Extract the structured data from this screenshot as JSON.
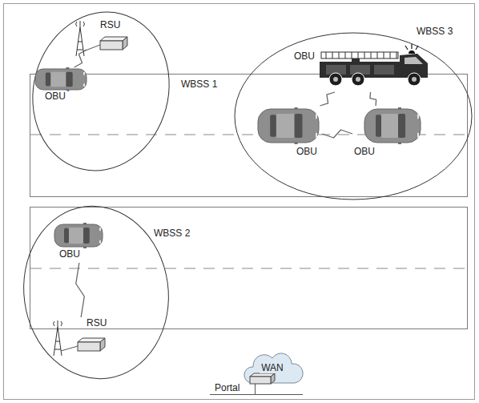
{
  "diagram": {
    "nodes": [
      {
        "text": [
          "WBSS 1"
        ]
      },
      {
        "text": [
          "RSU"
        ],
        "in": 0
      },
      {
        "text": [
          "OBU"
        ],
        "in": 0
      },
      {
        "text": [
          "WBSS 3"
        ]
      },
      {
        "text": [
          "OBU"
        ],
        "in": 3
      },
      {
        "text": [
          "OBU"
        ],
        "in": 3
      },
      {
        "text": [
          "OBU"
        ],
        "in": 3
      },
      {
        "text": [
          "WBSS 2"
        ]
      },
      {
        "text": [
          "OBU"
        ],
        "in": 7
      },
      {
        "text": [
          "RSU"
        ],
        "in": 7
      },
      {
        "text": [
          "WAN"
        ]
      }
    ],
    "edges": [
      {
        "from": 1,
        "to": 2,
        "arrow": "none"
      },
      {
        "from": 4,
        "to": 5,
        "arrow": "none"
      },
      {
        "from": 4,
        "to": 6,
        "arrow": "none"
      },
      {
        "from": 5,
        "to": 6,
        "arrow": "none"
      },
      {
        "from": 8,
        "to": 9,
        "arrow": "none"
      }
    ],
    "labels": [
      "Portal"
    ]
  }
}
